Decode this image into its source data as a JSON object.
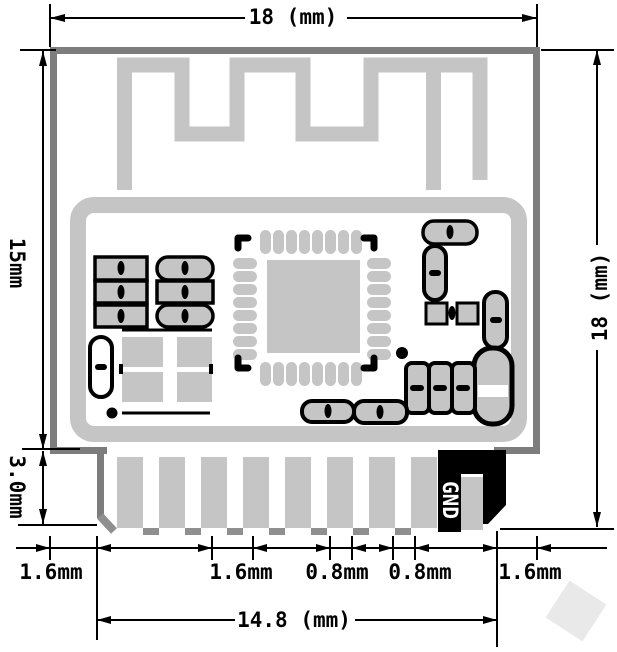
{
  "labels": {
    "top_width": "18 (mm)",
    "right_height": "18 (mm)",
    "left_upper_height": "15mm",
    "left_lower_height": "3.0mm",
    "bottom_margin_left": "1.6mm",
    "bottom_pitch": "1.6mm",
    "bottom_pad_width": "0.8mm",
    "bottom_pad_gap": "0.8mm",
    "bottom_margin_right": "1.6mm",
    "bottom_span": "14.8 (mm)",
    "gnd_pad": "GND"
  },
  "colors": {
    "background": "#ffffff",
    "copper_and_silk": "#c5c5c5",
    "board_edge": "#7d7d7d",
    "edge_marks": "#8f8f8f",
    "dimension_lines": "#000000",
    "gnd_pad_fill": "#000000",
    "gnd_text": "#ffffff",
    "watermark": "#e9e9e9"
  }
}
